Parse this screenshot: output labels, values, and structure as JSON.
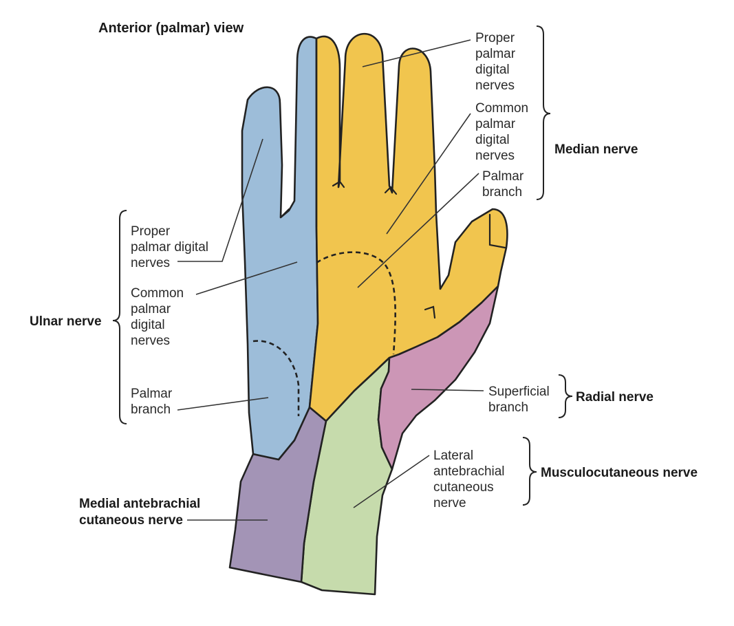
{
  "title": "Anterior (palmar) view",
  "colors": {
    "median": "#F1C54E",
    "ulnar": "#9DBDD9",
    "radial": "#CC96B6",
    "musculocutaneous": "#C6DBAC",
    "medial_antebrachial": "#A394B6",
    "outline": "#222222"
  },
  "median": {
    "proper": [
      "Proper",
      "palmar",
      "digital",
      "nerves"
    ],
    "common": [
      "Common",
      "palmar",
      "digital",
      "nerves"
    ],
    "palmar_branch": [
      "Palmar",
      "branch"
    ],
    "group": "Median nerve"
  },
  "ulnar": {
    "proper": [
      "Proper",
      "palmar digital",
      "nerves"
    ],
    "common": [
      "Common",
      "palmar",
      "digital",
      "nerves"
    ],
    "palmar_branch": [
      "Palmar",
      "branch"
    ],
    "group": "Ulnar nerve"
  },
  "radial": {
    "superficial": [
      "Superficial",
      "branch"
    ],
    "group": "Radial nerve"
  },
  "musculocutaneous": {
    "lateral": [
      "Lateral",
      "antebrachial",
      "cutaneous",
      "nerve"
    ],
    "group": "Musculocutaneous nerve"
  },
  "medial_antebrachial": {
    "label": [
      "Medial antebrachial",
      "cutaneous nerve"
    ]
  }
}
